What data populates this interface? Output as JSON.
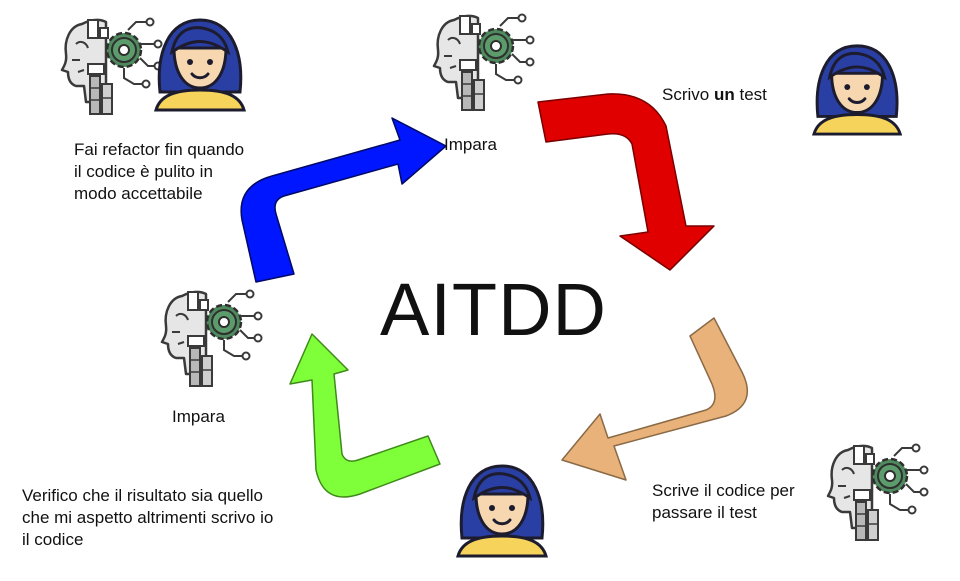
{
  "title": "AITDD",
  "steps": {
    "ai_top_label": "Impara",
    "ai_left_label": "Impara",
    "write_test": {
      "before": "Scrivo ",
      "bold": "un",
      "after": " test"
    },
    "ai_writes_code": [
      "Scrive il codice per",
      "passare il test"
    ],
    "human_verifies": [
      "Verifico che il risultato sia quello",
      "che mi aspetto altrimenti scrivo io",
      "il codice"
    ],
    "refactor": [
      "Fai refactor fin quando",
      "il codice è pulito in",
      "modo accettabile"
    ]
  },
  "arrow_colors": {
    "red": "#e00000",
    "tan": "#e8b27a",
    "green": "#7fff3a",
    "blue": "#0016ff"
  },
  "icons": [
    "ai-robot-head-icon",
    "person-avatar-icon"
  ]
}
